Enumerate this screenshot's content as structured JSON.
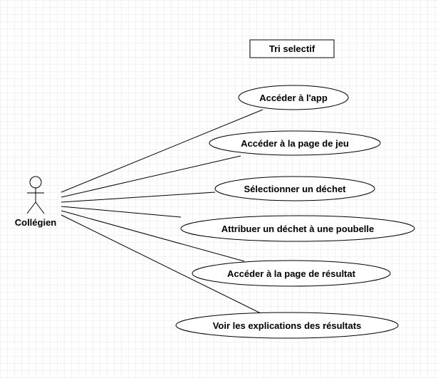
{
  "system": {
    "title": "Tri selectif"
  },
  "actor": {
    "name": "Collégien"
  },
  "use_cases": [
    {
      "label": "Accéder à l'app"
    },
    {
      "label": "Accéder à la page de jeu"
    },
    {
      "label": "Sélectionner un déchet"
    },
    {
      "label": "Attribuer un déchet à une poubelle"
    },
    {
      "label": "Accéder à la page de résultat"
    },
    {
      "label": "Voir les explications des résultats"
    }
  ],
  "colors": {
    "background": "#ffffff",
    "grid": "#e6e6e6",
    "line": "#000000"
  }
}
